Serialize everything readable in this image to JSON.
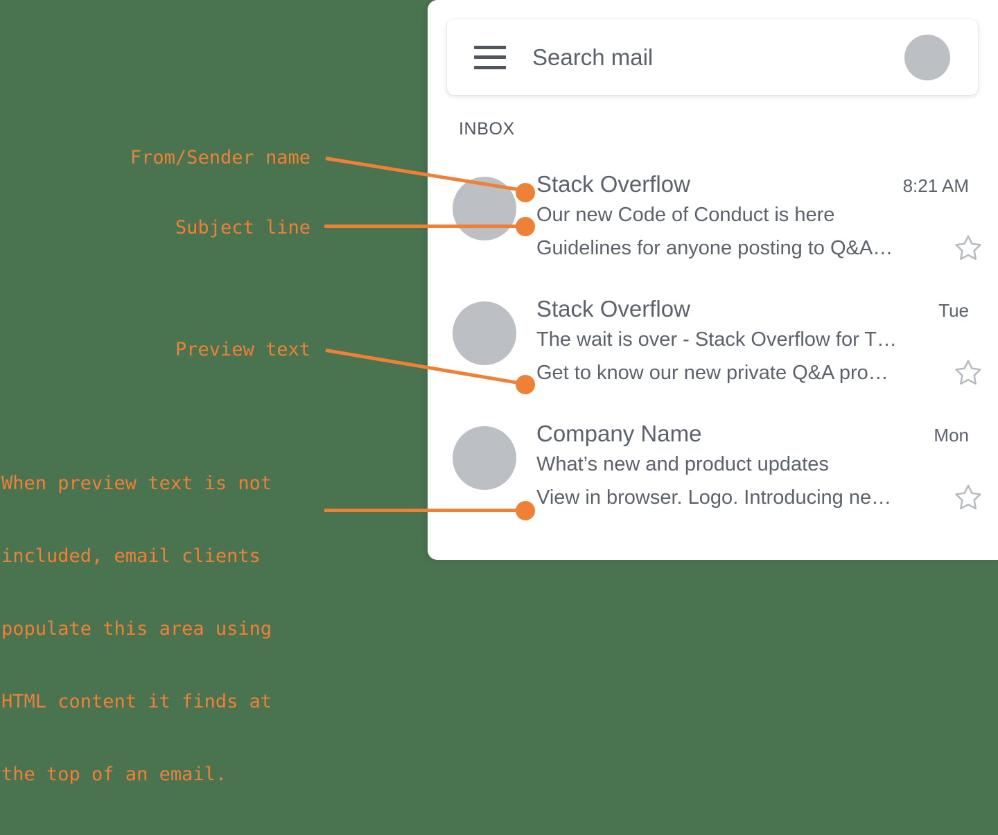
{
  "theme": {
    "background": "#4a7350",
    "panel": "#ffffff",
    "accent_orange": "#ef8136",
    "text_gray": "#5c626b",
    "avatar_gray": "#bcbfc4",
    "icon_dark": "#50555e"
  },
  "search": {
    "menu_icon": "hamburger-menu-icon",
    "placeholder": "Search mail",
    "avatar_icon": "account-avatar"
  },
  "mailbox": {
    "label": "INBOX"
  },
  "emails": [
    {
      "sender": "Stack Overflow",
      "time": "8:21 AM",
      "subject": "Our new Code of Conduct is here",
      "preview": "Guidelines for anyone posting to Q&A…",
      "star_icon": "star-outline-icon"
    },
    {
      "sender": "Stack Overflow",
      "time": "Tue",
      "subject": "The wait is over - Stack Overflow for T…",
      "preview": "Get to know our new private Q&A pro…",
      "star_icon": "star-outline-icon"
    },
    {
      "sender": "Company Name",
      "time": "Mon",
      "subject": "What’s new and product updates",
      "preview": "View in browser. Logo. Introducing ne…",
      "star_icon": "star-outline-icon"
    }
  ],
  "annotations": {
    "sender": "From/Sender name",
    "subject": "Subject line",
    "preview": "Preview text",
    "note_lines": [
      "When preview text is not",
      "included, email clients",
      "populate this area using",
      "HTML content it finds at",
      "the top of an email."
    ]
  }
}
